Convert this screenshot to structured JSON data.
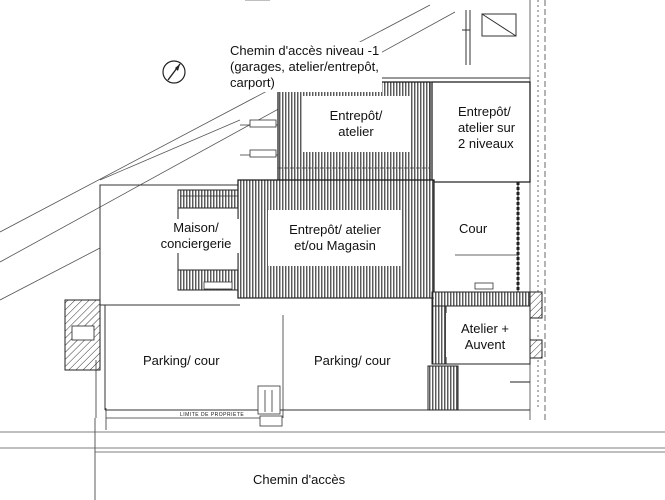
{
  "plan": {
    "labels": {
      "access_path_level_minus1": "Chemin d'accès niveau -1\n(garages, atelier/entrepôt,\ncarport)",
      "warehouse_workshop": "Entrepôt/\natelier",
      "warehouse_two_levels": "Entrepôt/\natelier sur\n2 niveaux",
      "house_concierge": "Maison/\nconciergerie",
      "warehouse_shop": "Entrepôt/ atelier\net/ou Magasin",
      "courtyard": "Cour",
      "workshop_awning": "Atelier +\nAuvent",
      "parking_left": "Parking/ cour",
      "parking_center": "Parking/ cour",
      "access_path": "Chemin d'accès",
      "property_limit": "LIMITE DE PROPRIETE"
    }
  }
}
